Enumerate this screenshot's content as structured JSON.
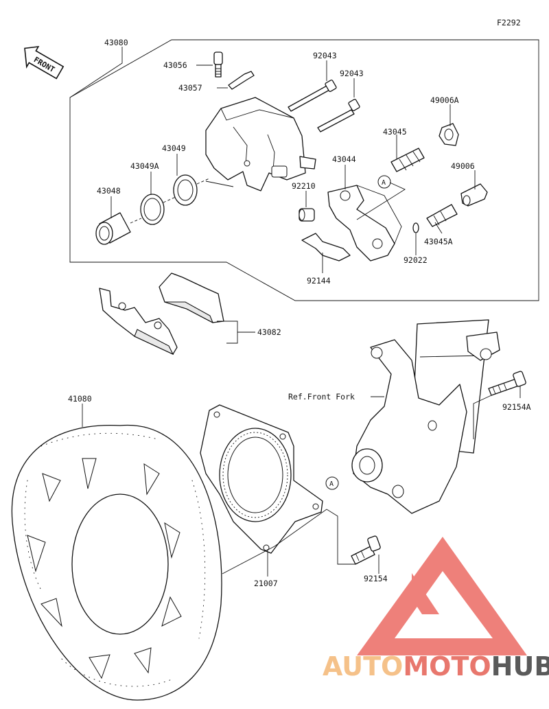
{
  "diagram_code": "F2292",
  "front_label": "FRONT",
  "ref_label": "Ref.Front Fork",
  "circle_marker": "A",
  "parts": [
    {
      "id": "43080"
    },
    {
      "id": "43056"
    },
    {
      "id": "43057"
    },
    {
      "id": "43049"
    },
    {
      "id": "43049A"
    },
    {
      "id": "43048"
    },
    {
      "id": "92043a",
      "label": "92043"
    },
    {
      "id": "92043b",
      "label": "92043"
    },
    {
      "id": "43045"
    },
    {
      "id": "49006A"
    },
    {
      "id": "43044"
    },
    {
      "id": "49006"
    },
    {
      "id": "92210"
    },
    {
      "id": "43045A"
    },
    {
      "id": "92022"
    },
    {
      "id": "92144"
    },
    {
      "id": "43082"
    },
    {
      "id": "41080"
    },
    {
      "id": "21007"
    },
    {
      "id": "92154A"
    },
    {
      "id": "92154"
    }
  ],
  "watermark": {
    "part1": "AUTO",
    "part2": "MOTO",
    "part3": "HUB",
    "color_auto": "#f5c189",
    "color_moto": "#e8776d",
    "color_hub": "#5a5a5a",
    "logo_color": "#ec6b63"
  }
}
